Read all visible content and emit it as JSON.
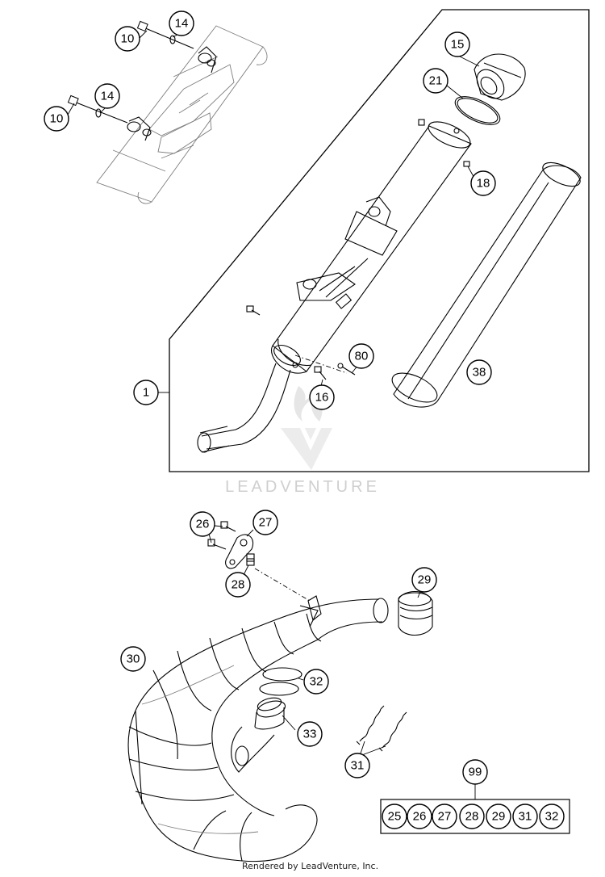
{
  "watermark": "LEADVENTURE",
  "credit": "Rendered by LeadVenture, Inc.",
  "callouts": {
    "c10a": "10",
    "c14a": "14",
    "c10b": "10",
    "c14b": "14",
    "c15": "15",
    "c21": "21",
    "c18": "18",
    "c1": "1",
    "c80": "80",
    "c16": "16",
    "c38": "38",
    "c26": "26",
    "c27": "27",
    "c28": "28",
    "c29": "29",
    "c30": "30",
    "c32": "32",
    "c33": "33",
    "c31": "31",
    "c99": "99"
  },
  "kit_items": [
    "25",
    "26",
    "27",
    "28",
    "29",
    "31",
    "32"
  ]
}
